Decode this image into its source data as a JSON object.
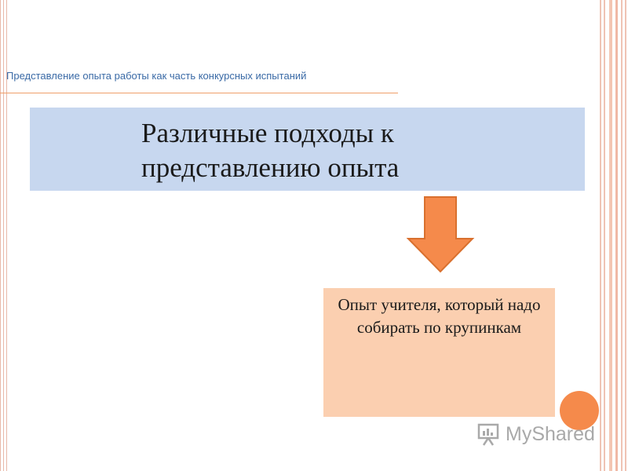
{
  "slide": {
    "subtitle": "Представление опыта работы как часть конкурсных испытаний",
    "title": "Различные подходы к представлению опыта",
    "content_box_text": "Опыт учителя, который надо собирать по крупинкам"
  },
  "watermark": {
    "text": "MyShared"
  },
  "colors": {
    "subtitle_text": "#3a6aa6",
    "subtitle_rule": "#ef9f6a",
    "title_box": "#c7d7ef",
    "arrow": "#f58a4b",
    "arrow_stroke": "#d9702e",
    "content_box": "#fbcfb0",
    "circle": "#f58a4b",
    "border_lines": "#e8b8a8",
    "watermark": "#a9a9a9"
  },
  "icons": {
    "down_arrow": "down-arrow-icon",
    "decor_circle": "circle-icon",
    "watermark_logo": "presentation-board-icon"
  }
}
